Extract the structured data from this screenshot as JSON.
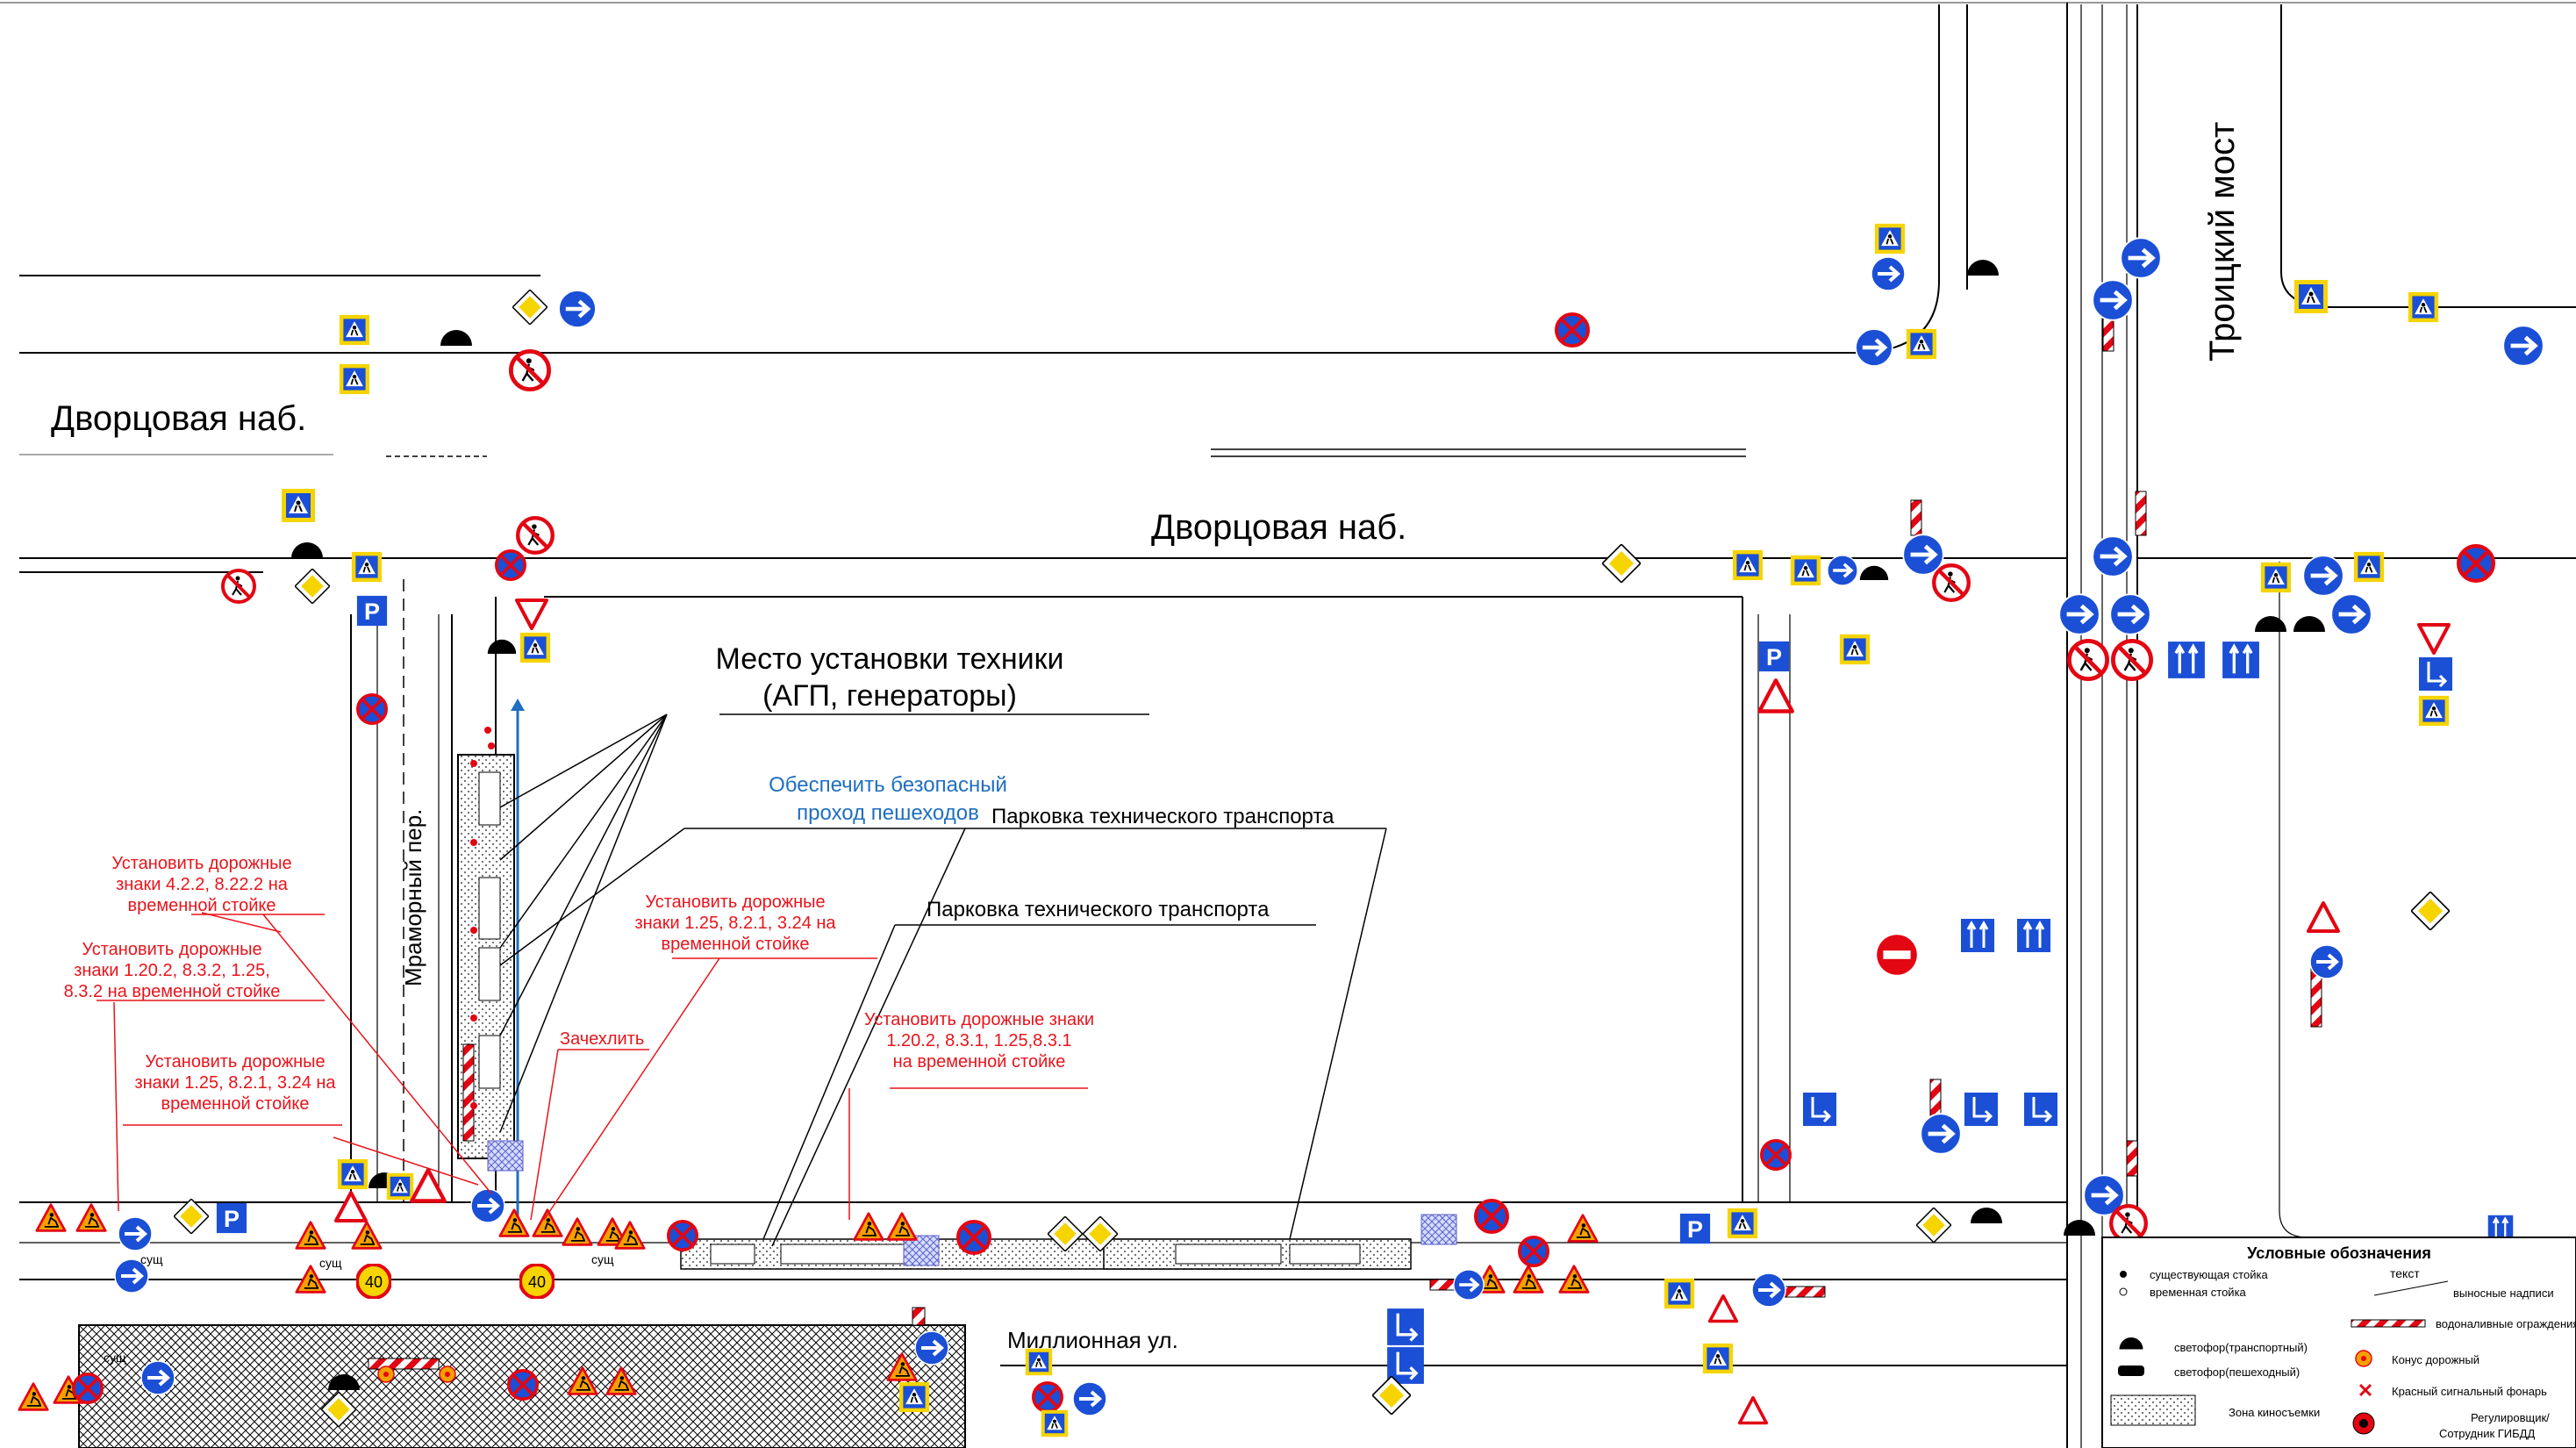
{
  "streets": {
    "dvortsovaya_upper": "Дворцовая наб.",
    "dvortsovaya_main": "Дворцовая наб.",
    "troitsky_bridge": "Троицкий мост",
    "mramorny": "Мраморный пер.",
    "millionnaya": "Миллионная ул."
  },
  "labels": {
    "equipment_line1": "Место установки техники",
    "equipment_line2": "(АГП, генераторы)",
    "safe_passage_line1": "Обеспечить безопасный",
    "safe_passage_line2": "проход пешеходов",
    "tech_parking_1": "Парковка технического транспорта",
    "tech_parking_2": "Парковка технического транспорта",
    "cover": "Зачехлить",
    "exist": "сущ",
    "speed_40": "40"
  },
  "instructions": {
    "i1": [
      "Установить дорожные",
      "знаки 4.2.2, 8.22.2 на",
      "временной стойке"
    ],
    "i2": [
      "Установить дорожные",
      "знаки 1.20.2, 8.3.2, 1.25,",
      "8.3.2 на временной стойке"
    ],
    "i3": [
      "Установить дорожные",
      "знаки  1.25, 8.2.1, 3.24 на",
      "временной стойке"
    ],
    "i4": [
      "Установить дорожные",
      "знаки  1.25, 8.2.1, 3.24 на",
      "временной стойке"
    ],
    "i5": [
      "Установить дорожные знаки",
      "1.20.2, 8.3.1, 1.25,8.3.1",
      "на временной стойке"
    ]
  },
  "legend": {
    "title": "Условные обозначения",
    "items": {
      "existing_post": "существующая стойка",
      "temporary_post": "временная стойка",
      "callouts_sample": "текст",
      "callouts": "выносные надписи",
      "water_barrier": "водоналивные ограждения",
      "cone": "Конус дорожный",
      "red_lamp": "Красный сигнальный фонарь",
      "traffic_light_vehicle": "светофор(транспортный)",
      "traffic_light_ped": "светофор(пешеходный)",
      "film_zone": "Зона киносъемки",
      "regulator_line1": "Регулировщик/",
      "regulator_line2": "Сотрудник ГИБДД"
    }
  },
  "colors": {
    "annotation_red": "#e8141c",
    "note_blue": "#1f6fc0",
    "sign_blue": "#1b4fd6",
    "sign_yellow": "#f5d400",
    "prohibit_red": "#e30613",
    "orange": "#f5a000"
  }
}
